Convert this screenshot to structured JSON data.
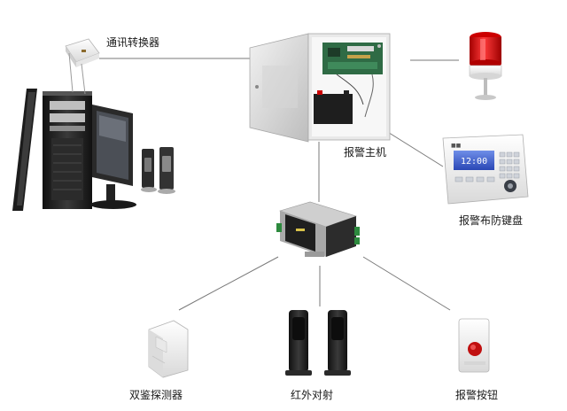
{
  "labels": {
    "converter": "通讯转换器",
    "host": "报警主机",
    "keypad": "报警布防键盘",
    "detector": "双鉴探测器",
    "infrared": "红外对射",
    "button": "报警按钮"
  },
  "keypad_screen_text": "12:00",
  "colors": {
    "line": "#7a7a7a",
    "beacon": "#d81414",
    "alarm_button": "#d81414",
    "keypad_screen": "#3e5fd0"
  },
  "devices": [
    "computer",
    "communication-converter",
    "alarm-host",
    "strobe-siren",
    "keypad",
    "bus-module",
    "dual-tech-detector",
    "infrared-beam",
    "panic-button"
  ]
}
